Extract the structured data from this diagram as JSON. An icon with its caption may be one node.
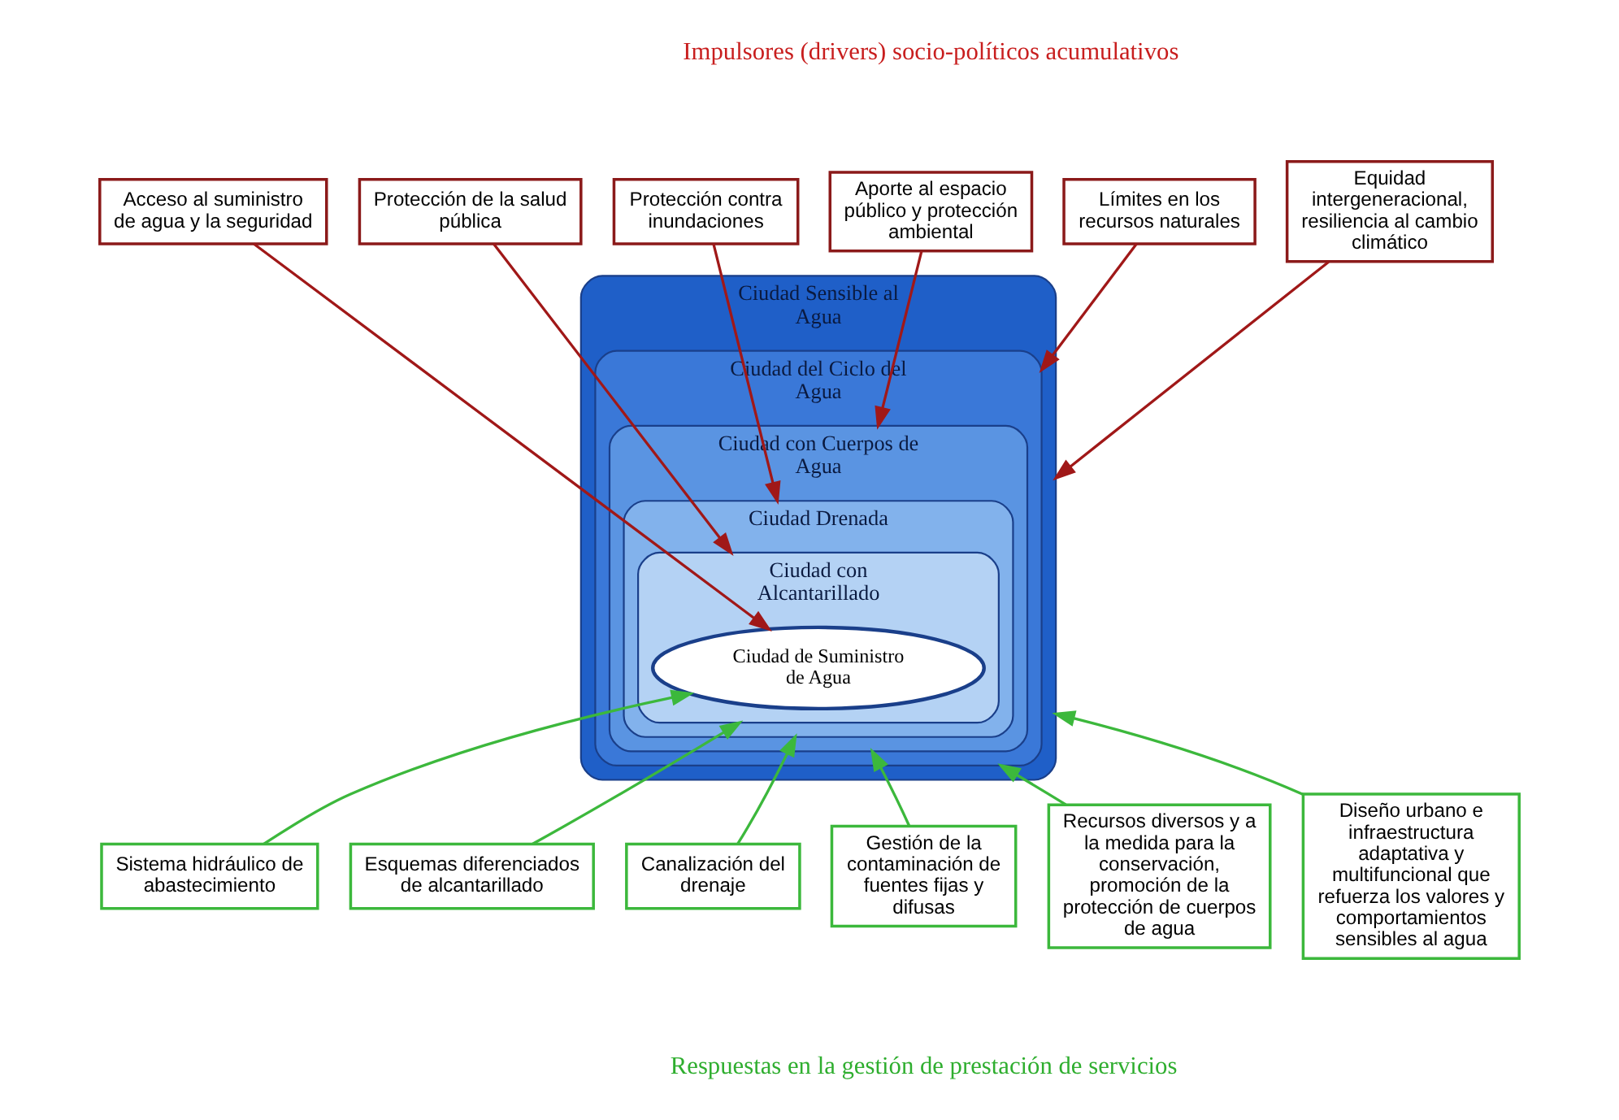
{
  "diagram": {
    "nodes": [
      {
        "text": [
          "Acceso al suministro de agua y la seguridad"
        ]
      },
      {
        "text": [
          "Protección de la salud pública"
        ]
      },
      {
        "text": [
          "Protección contra inundaciones"
        ]
      },
      {
        "text": [
          "Aporte al espacio público y protección ambiental"
        ]
      },
      {
        "text": [
          "Límites en los recursos naturales"
        ]
      },
      {
        "text": [
          "Equidad intergeneracional, resiliencia al cambio climático"
        ]
      },
      {
        "text": [
          "Ciudad Sensible al Agua"
        ]
      },
      {
        "text": [
          "Ciudad del Ciclo del Agua"
        ],
        "in": 6
      },
      {
        "text": [
          "Ciudad con Cuerpos de Agua"
        ],
        "in": 7
      },
      {
        "text": [
          "Ciudad Drenada"
        ],
        "in": 8
      },
      {
        "text": [
          "Ciudad con Alcantarillado"
        ],
        "in": 9
      },
      {
        "text": [
          "Ciudad de Suministro de Agua"
        ],
        "in": 10
      },
      {
        "text": [
          "Sistema hidráulico de abastecimiento"
        ]
      },
      {
        "text": [
          "Esquemas diferenciados de alcantarillado"
        ]
      },
      {
        "text": [
          "Canalización del drenaje"
        ]
      },
      {
        "text": [
          "Gestión de la contaminación de fuentes fijas y difusas"
        ]
      },
      {
        "text": [
          "Recursos diversos y a la medida para la conservación, promoción de la protección de cuerpos de agua"
        ]
      },
      {
        "text": [
          "Diseño urbano e infraestructura adaptativa y multifuncional que refuerza los valores y comportamientos sensibles al agua"
        ]
      }
    ],
    "edges": [
      {
        "from": 0,
        "to": 11,
        "arrow": "to",
        "color": "#a01818"
      },
      {
        "from": 1,
        "to": 10,
        "arrow": "to",
        "color": "#a01818"
      },
      {
        "from": 2,
        "to": 9,
        "arrow": "to",
        "color": "#a01818"
      },
      {
        "from": 3,
        "to": 8,
        "arrow": "to",
        "color": "#a01818"
      },
      {
        "from": 4,
        "to": 7,
        "arrow": "to",
        "color": "#a01818"
      },
      {
        "from": 5,
        "to": 6,
        "arrow": "to",
        "color": "#a01818"
      },
      {
        "from": 12,
        "to": 11,
        "arrow": "to",
        "color": "#3cb83c"
      },
      {
        "from": 13,
        "to": 10,
        "arrow": "to",
        "color": "#3cb83c"
      },
      {
        "from": 14,
        "to": 9,
        "arrow": "to",
        "color": "#3cb83c"
      },
      {
        "from": 15,
        "to": 8,
        "arrow": "to",
        "color": "#3cb83c"
      },
      {
        "from": 16,
        "to": 7,
        "arrow": "to",
        "color": "#3cb83c"
      },
      {
        "from": 17,
        "to": 6,
        "arrow": "to",
        "color": "#3cb83c"
      }
    ],
    "labels": [
      "Impulsores (drivers) socio-políticos acumulativos",
      "Respuestas en la gestión de prestación de servicios"
    ]
  }
}
